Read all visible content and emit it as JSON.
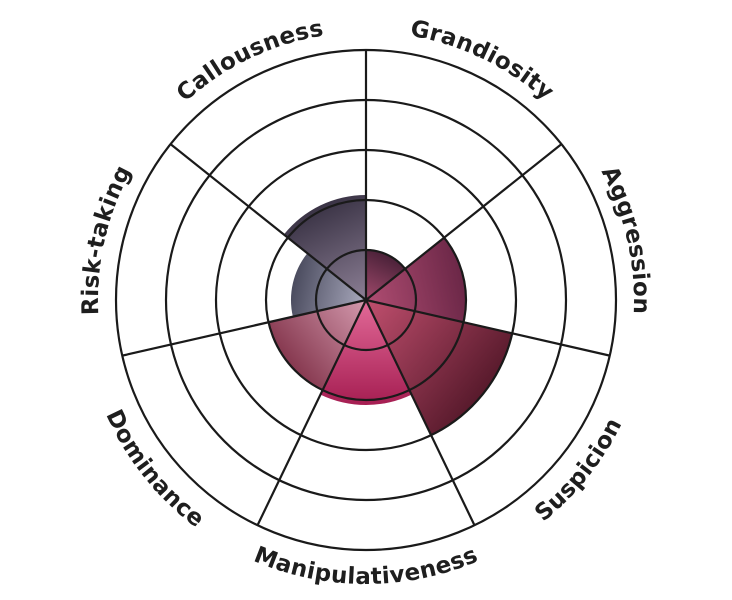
{
  "chart_data": {
    "type": "polar-area",
    "categories": [
      "Grandiosity",
      "Aggression",
      "Suspicion",
      "Manipulativeness",
      "Dominance",
      "Risk-taking",
      "Callousness"
    ],
    "values": [
      1.0,
      2.0,
      3.0,
      2.1,
      2.0,
      1.5,
      2.1
    ],
    "rmax": 5,
    "rings": 5,
    "grid": true,
    "colors": [
      [
        "#4a2138",
        "#a14a6c"
      ],
      [
        "#6b2747",
        "#b04d72"
      ],
      [
        "#581a2c",
        "#c04f6e"
      ],
      [
        "#a61e52",
        "#e26a98"
      ],
      [
        "#86384f",
        "#d49aae"
      ],
      [
        "#4a4b5e",
        "#a9a9bd"
      ],
      [
        "#3a3345",
        "#8c7f95"
      ]
    ]
  }
}
